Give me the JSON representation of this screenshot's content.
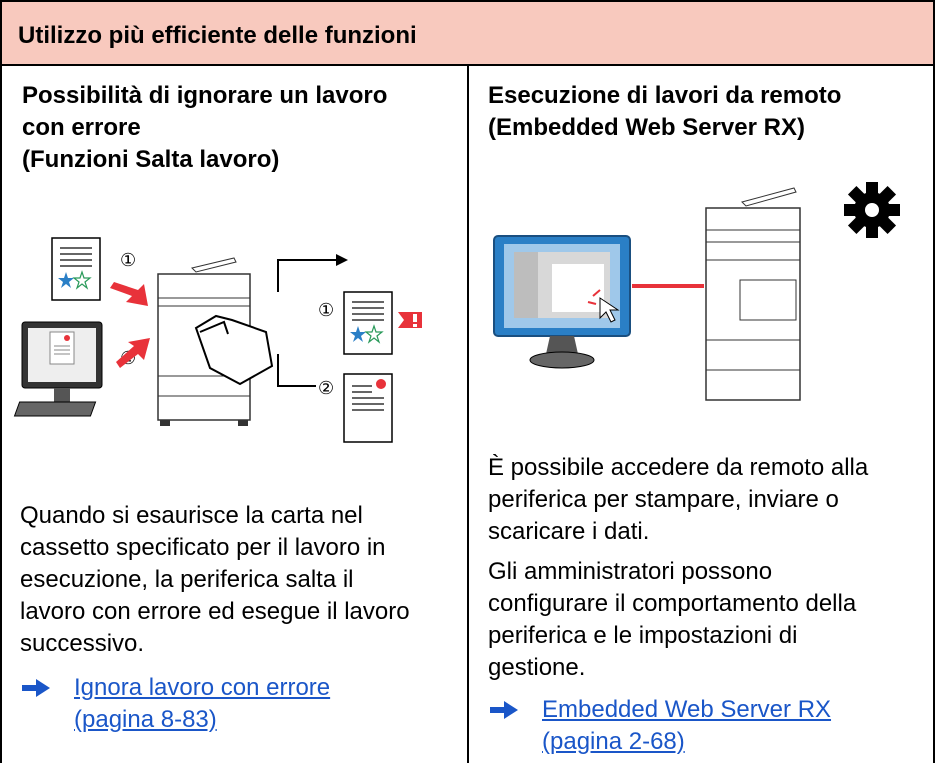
{
  "header": {
    "title": "Utilizzo più efficiente delle funzioni"
  },
  "left": {
    "title_lines": [
      "Possibilità di ignorare un lavoro",
      "con errore",
      "(Funzioni Salta lavoro)"
    ],
    "paragraph_lines": [
      "Quando si esaurisce la carta nel",
      "cassetto specificato per il lavoro in",
      "esecuzione, la periferica salta il",
      "lavoro con errore ed esegue il lavoro",
      "successivo."
    ],
    "link_lines": [
      "Ignora lavoro con errore ",
      "(pagina 8-83)"
    ],
    "markers": {
      "one": "①",
      "two": "②"
    }
  },
  "right": {
    "title_lines": [
      "Esecuzione di lavori da remoto",
      "(Embedded Web Server RX)"
    ],
    "paragraph1_lines": [
      "È possibile accedere da remoto alla",
      "periferica per stampare, inviare o",
      "scaricare i dati."
    ],
    "paragraph2_lines": [
      "Gli amministratori possono",
      "configurare il comportamento della",
      "periferica e le impostazioni di",
      "gestione."
    ],
    "link_lines": [
      "Embedded Web Server RX ",
      "(pagina 2-68)"
    ]
  },
  "colors": {
    "header_bg": "#f8c9be",
    "link": "#1a56c8",
    "accent_red": "#e8323a",
    "screen_blue": "#2a7fc6"
  }
}
